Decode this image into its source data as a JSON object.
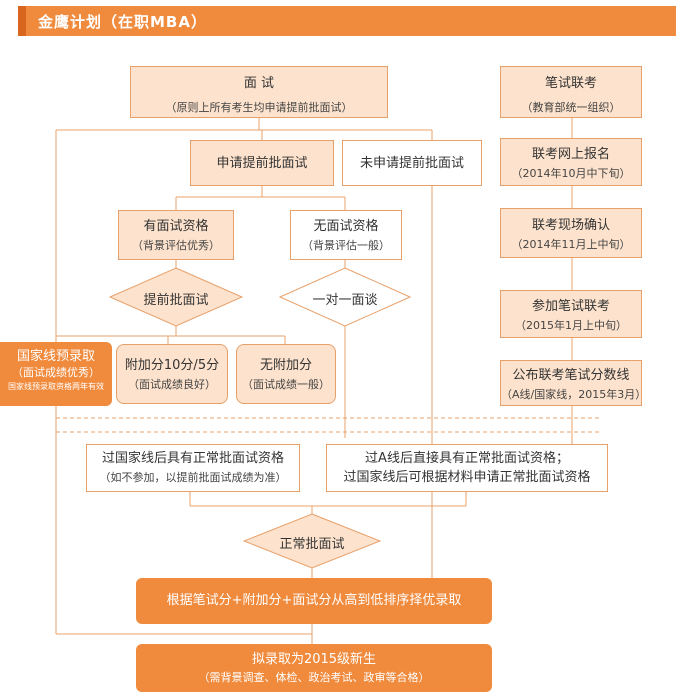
{
  "header": {
    "title": "金鹰计划（在职MBA）"
  },
  "left_column": {
    "interview": {
      "title": "面  试",
      "subtitle": "（原则上所有考生均申请提前批面试）"
    },
    "apply_early": "申请提前批面试",
    "no_apply_early": "未申请提前批面试",
    "qualified": {
      "title": "有面试资格",
      "subtitle": "（背景评估优秀）"
    },
    "not_qualified": {
      "title": "无面试资格",
      "subtitle": "（背景评估一般）"
    },
    "early_interview": "提前批面试",
    "one_on_one": "一对一面谈",
    "national_pre": {
      "title": "国家线预录取",
      "subtitle": "（面试成绩优秀）",
      "note": "国家线预录取资格两年有效"
    },
    "bonus": {
      "title": "附加分10分/5分",
      "subtitle": "（面试成绩良好）"
    },
    "no_bonus": {
      "title": "无附加分",
      "subtitle": "（面试成绩一般）"
    },
    "after_national": {
      "title": "过国家线后具有正常批面试资格",
      "subtitle": "（如不参加，以提前批面试成绩为准）"
    },
    "after_a_line": {
      "line1": "过A线后直接具有正常批面试资格；",
      "line2": "过国家线后可根据材料申请正常批面试资格"
    },
    "normal_interview": "正常批面试",
    "ranking": "根据笔试分+附加分+面试分从高到低排序择优录取",
    "final": {
      "title": "拟录取为2015级新生",
      "subtitle": "（需背景调查、体检、政治考试、政审等合格）"
    }
  },
  "right_column": {
    "exam": {
      "title": "笔试联考",
      "subtitle": "（教育部统一组织）"
    },
    "online_reg": {
      "title": "联考网上报名",
      "subtitle": "（2014年10月中下旬）"
    },
    "onsite_confirm": {
      "title": "联考现场确认",
      "subtitle": "（2014年11月上中旬）"
    },
    "take_exam": {
      "title": "参加笔试联考",
      "subtitle": "（2015年1月上中旬）"
    },
    "publish_score": {
      "title": "公布联考笔试分数线",
      "subtitle": "（A线/国家线，2015年3月）"
    }
  },
  "colors": {
    "accent": "#f08a3c",
    "fill": "#fde3cd",
    "border": "#e8a06a"
  }
}
